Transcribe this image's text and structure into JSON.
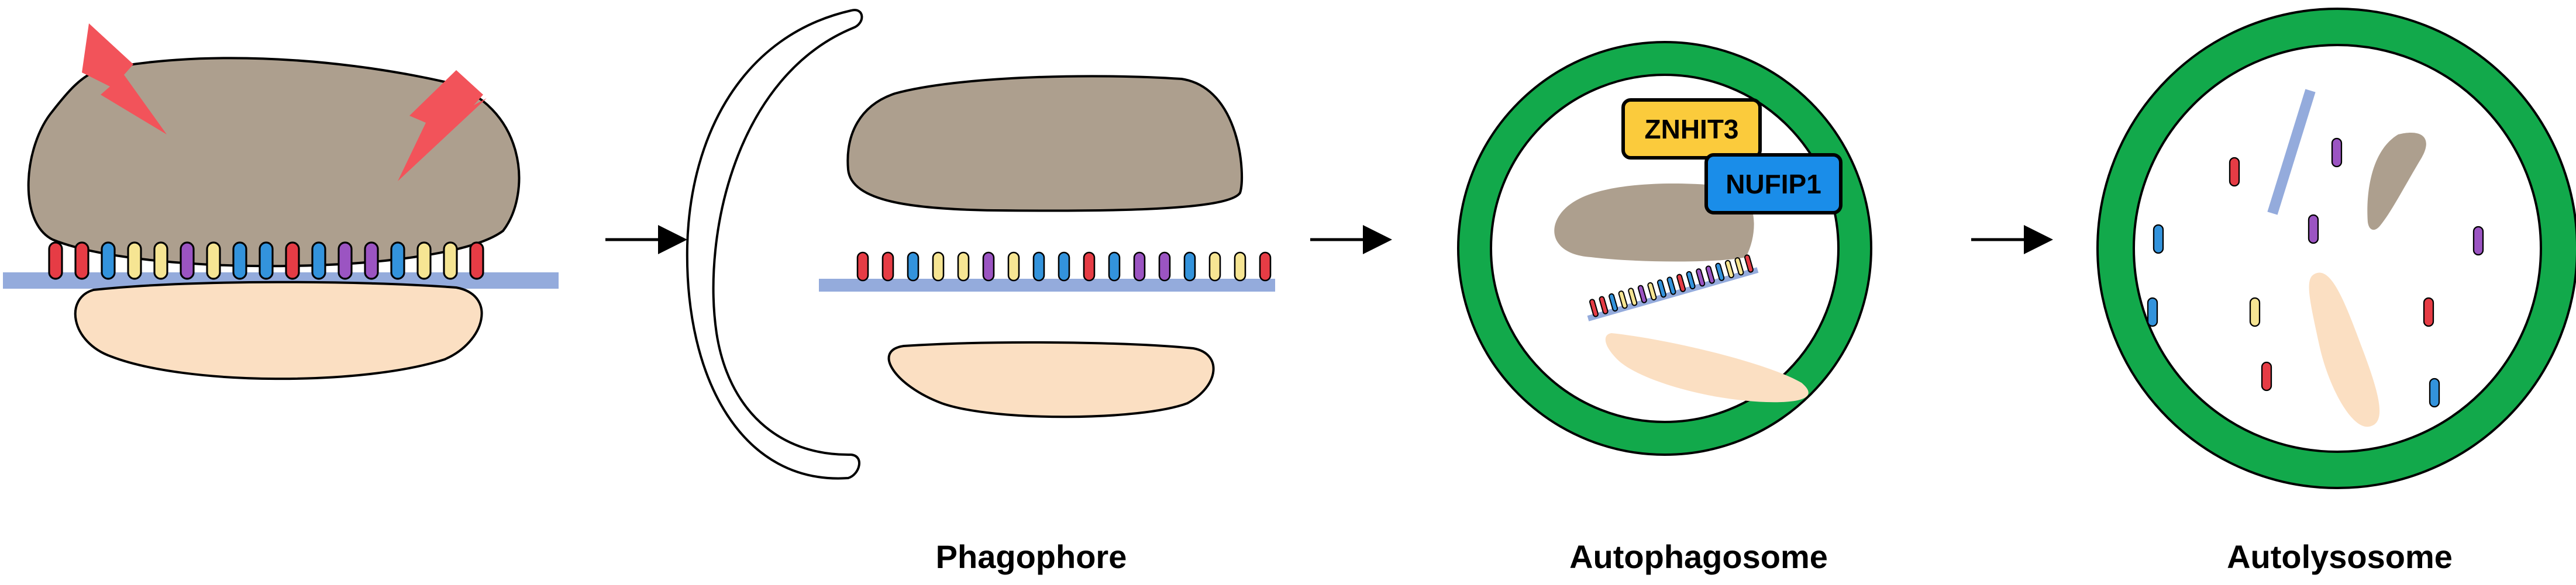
{
  "labels": {
    "phagophore": "Phagophore",
    "autophagosome": "Autophagosome",
    "autolysosome": "Autolysosome"
  },
  "proteins": {
    "znhit3": "ZNHIT3",
    "nufip1": "NUFIP1"
  },
  "colors": {
    "large_subunit": "#ad9f8e",
    "small_subunit": "#fbdfc2",
    "rrna_strand": "#94abdc",
    "membrane_green": "#12a94b",
    "stress_bolt": "#f2535a",
    "znhit3_fill": "#fbcb3c",
    "nufip1_fill": "#1a8de9",
    "nucleotide_red": "#e63c45",
    "nucleotide_blue": "#3393dc",
    "nucleotide_yellow": "#f6e593",
    "nucleotide_purple": "#9b54c2"
  },
  "icons": {
    "stress": "lightning-bolt-icon",
    "transition": "arrow-right-icon"
  }
}
